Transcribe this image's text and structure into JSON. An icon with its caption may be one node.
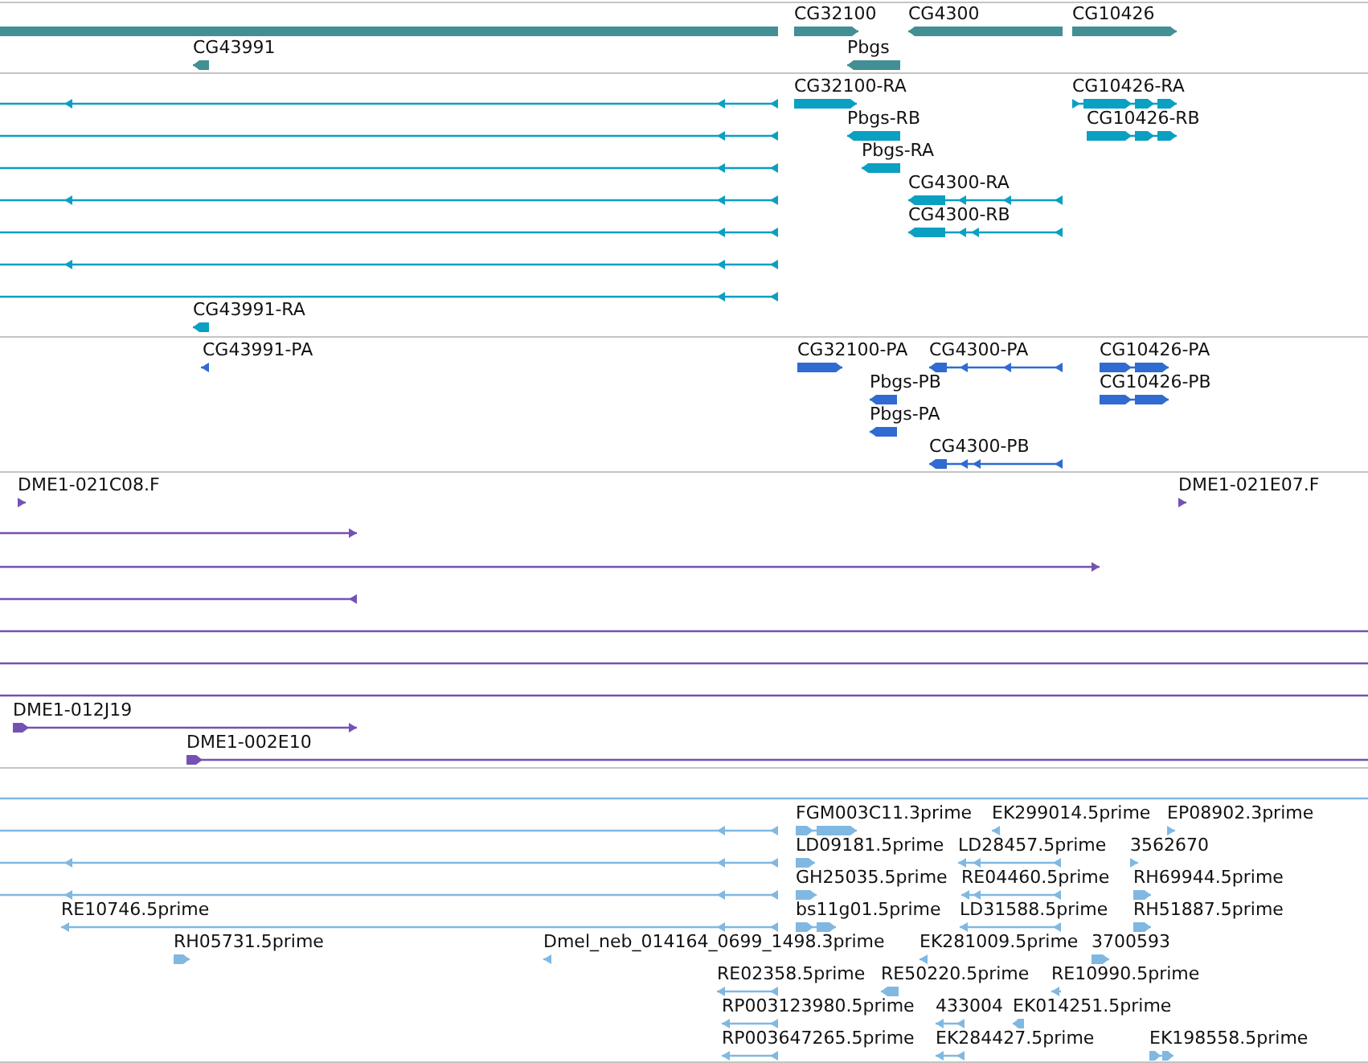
{
  "diagram": {
    "nodes": [
      {
        "text": [],
        "shape": "bar"
      },
      {
        "text": [
          "CG32100"
        ]
      },
      {
        "text": [
          "CG4300"
        ]
      },
      {
        "text": [
          "CG10426"
        ]
      },
      {
        "text": [
          "CG43991"
        ]
      },
      {
        "text": [
          "Pbgs"
        ]
      },
      {
        "text": [],
        "shape": "line"
      },
      {
        "text": [
          "CG32100-RA"
        ]
      },
      {
        "text": [
          "CG10426-RA"
        ]
      },
      {
        "text": [],
        "shape": "line"
      },
      {
        "text": [
          "Pbgs-RB"
        ]
      },
      {
        "text": [
          "CG10426-RB"
        ]
      },
      {
        "text": [],
        "shape": "line"
      },
      {
        "text": [
          "Pbgs-RA"
        ]
      },
      {
        "text": [],
        "shape": "line"
      },
      {
        "text": [
          "CG4300-RA"
        ]
      },
      {
        "text": [],
        "shape": "line"
      },
      {
        "text": [
          "CG4300-RB"
        ]
      },
      {
        "text": [],
        "shape": "line"
      },
      {
        "text": [],
        "shape": "line"
      },
      {
        "text": [
          "CG43991-RA"
        ]
      },
      {
        "text": [
          "CG43991-PA"
        ]
      },
      {
        "text": [
          "CG32100-PA"
        ]
      },
      {
        "text": [
          "CG4300-PA"
        ]
      },
      {
        "text": [
          "CG10426-PA"
        ]
      },
      {
        "text": [
          "Pbgs-PB"
        ]
      },
      {
        "text": [
          "CG10426-PB"
        ]
      },
      {
        "text": [
          "Pbgs-PA"
        ]
      },
      {
        "text": [
          "CG4300-PB"
        ]
      },
      {
        "text": [
          "DME1-021C08.F"
        ]
      },
      {
        "text": [
          "DME1-021E07.F"
        ]
      },
      {
        "text": [],
        "shape": "line"
      },
      {
        "text": [],
        "shape": "line"
      },
      {
        "text": [],
        "shape": "line"
      },
      {
        "text": [],
        "shape": "line"
      },
      {
        "text": [],
        "shape": "line"
      },
      {
        "text": [],
        "shape": "line"
      },
      {
        "text": [
          "DME1-012J19"
        ]
      },
      {
        "text": [
          "DME1-002E10"
        ]
      },
      {
        "text": [],
        "shape": "line"
      },
      {
        "text": [],
        "shape": "line"
      },
      {
        "text": [
          "FGM003C11.3prime"
        ]
      },
      {
        "text": [
          "EK299014.5prime"
        ]
      },
      {
        "text": [
          "EP08902.3prime"
        ]
      },
      {
        "text": [],
        "shape": "line"
      },
      {
        "text": [
          "LD09181.5prime"
        ]
      },
      {
        "text": [
          "LD28457.5prime"
        ]
      },
      {
        "text": [
          "3562670"
        ]
      },
      {
        "text": [],
        "shape": "line"
      },
      {
        "text": [
          "GH25035.5prime"
        ]
      },
      {
        "text": [
          "RE04460.5prime"
        ]
      },
      {
        "text": [
          "RH69944.5prime"
        ]
      },
      {
        "text": [
          "RE10746.5prime"
        ]
      },
      {
        "text": [
          "bs11g01.5prime"
        ]
      },
      {
        "text": [
          "LD31588.5prime"
        ]
      },
      {
        "text": [
          "RH51887.5prime"
        ]
      },
      {
        "text": [
          "RH05731.5prime"
        ]
      },
      {
        "text": [
          "Dmel_neb_014164_0699_1498.3prime"
        ]
      },
      {
        "text": [
          "EK281009.5prime"
        ]
      },
      {
        "text": [
          "3700593"
        ]
      },
      {
        "text": [
          "RE02358.5prime"
        ]
      },
      {
        "text": [
          "RE50220.5prime"
        ]
      },
      {
        "text": [
          "RE10990.5prime"
        ]
      },
      {
        "text": [
          "RP003123980.5prime"
        ]
      },
      {
        "text": [
          "433004"
        ]
      },
      {
        "text": [
          "EK014251.5prime"
        ]
      },
      {
        "text": [
          "RP003647265.5prime"
        ]
      },
      {
        "text": [
          "EK284427.5prime"
        ]
      },
      {
        "text": [
          "EK198558.5prime"
        ]
      }
    ]
  }
}
